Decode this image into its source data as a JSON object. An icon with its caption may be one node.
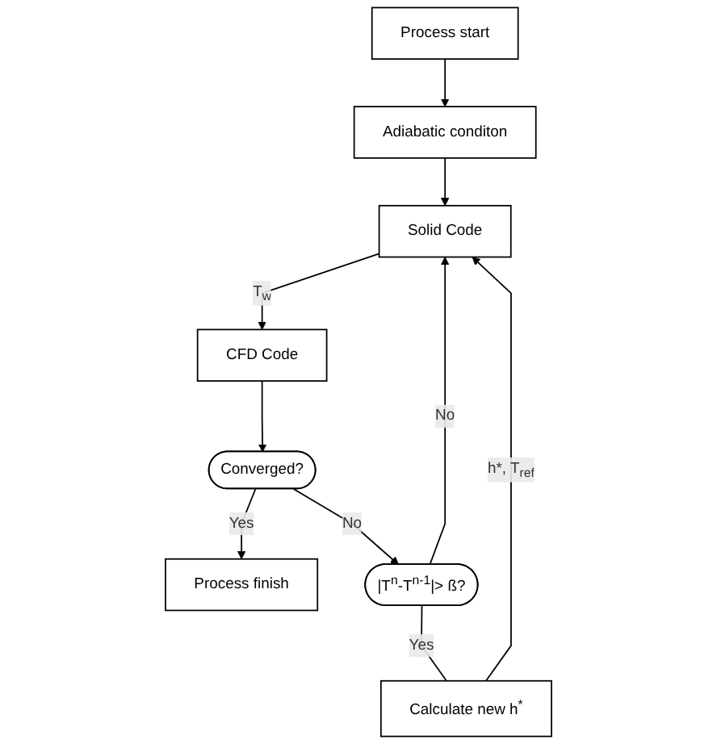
{
  "diagram": {
    "nodes": [
      {
        "text": [
          "Process start"
        ]
      },
      {
        "text": [
          "Adiabatic conditon"
        ]
      },
      {
        "text": [
          "Solid Code"
        ]
      },
      {
        "text": [
          "CFD Code"
        ]
      },
      {
        "text": [
          "Calculate new h$^{*}$"
        ]
      },
      {
        "text": [
          "Converged?"
        ]
      },
      {
        "text": [
          "|T$^{n}$-T$^{n-1}$|> ß?"
        ]
      },
      {
        "text": [
          "Process finish"
        ]
      }
    ],
    "edges": [
      {
        "from": 0,
        "to": 1,
        "arrow": "to"
      },
      {
        "from": 1,
        "to": 2,
        "arrow": "to"
      },
      {
        "from": 2,
        "to": 3,
        "arrow": "to",
        "label": "T$_{w}$"
      },
      {
        "from": 3,
        "to": 5,
        "arrow": "to"
      },
      {
        "from": 5,
        "to": 7,
        "arrow": "to",
        "label": "Yes"
      },
      {
        "from": 5,
        "to": 6,
        "arrow": "to",
        "label": "No"
      },
      {
        "from": 6,
        "to": 2,
        "arrow": "to",
        "label": "No"
      },
      {
        "from": 6,
        "to": 4,
        "arrow": "none",
        "label": "Yes"
      },
      {
        "from": 4,
        "to": 2,
        "arrow": "to",
        "label": "h*, T$_{ref}$"
      }
    ]
  }
}
